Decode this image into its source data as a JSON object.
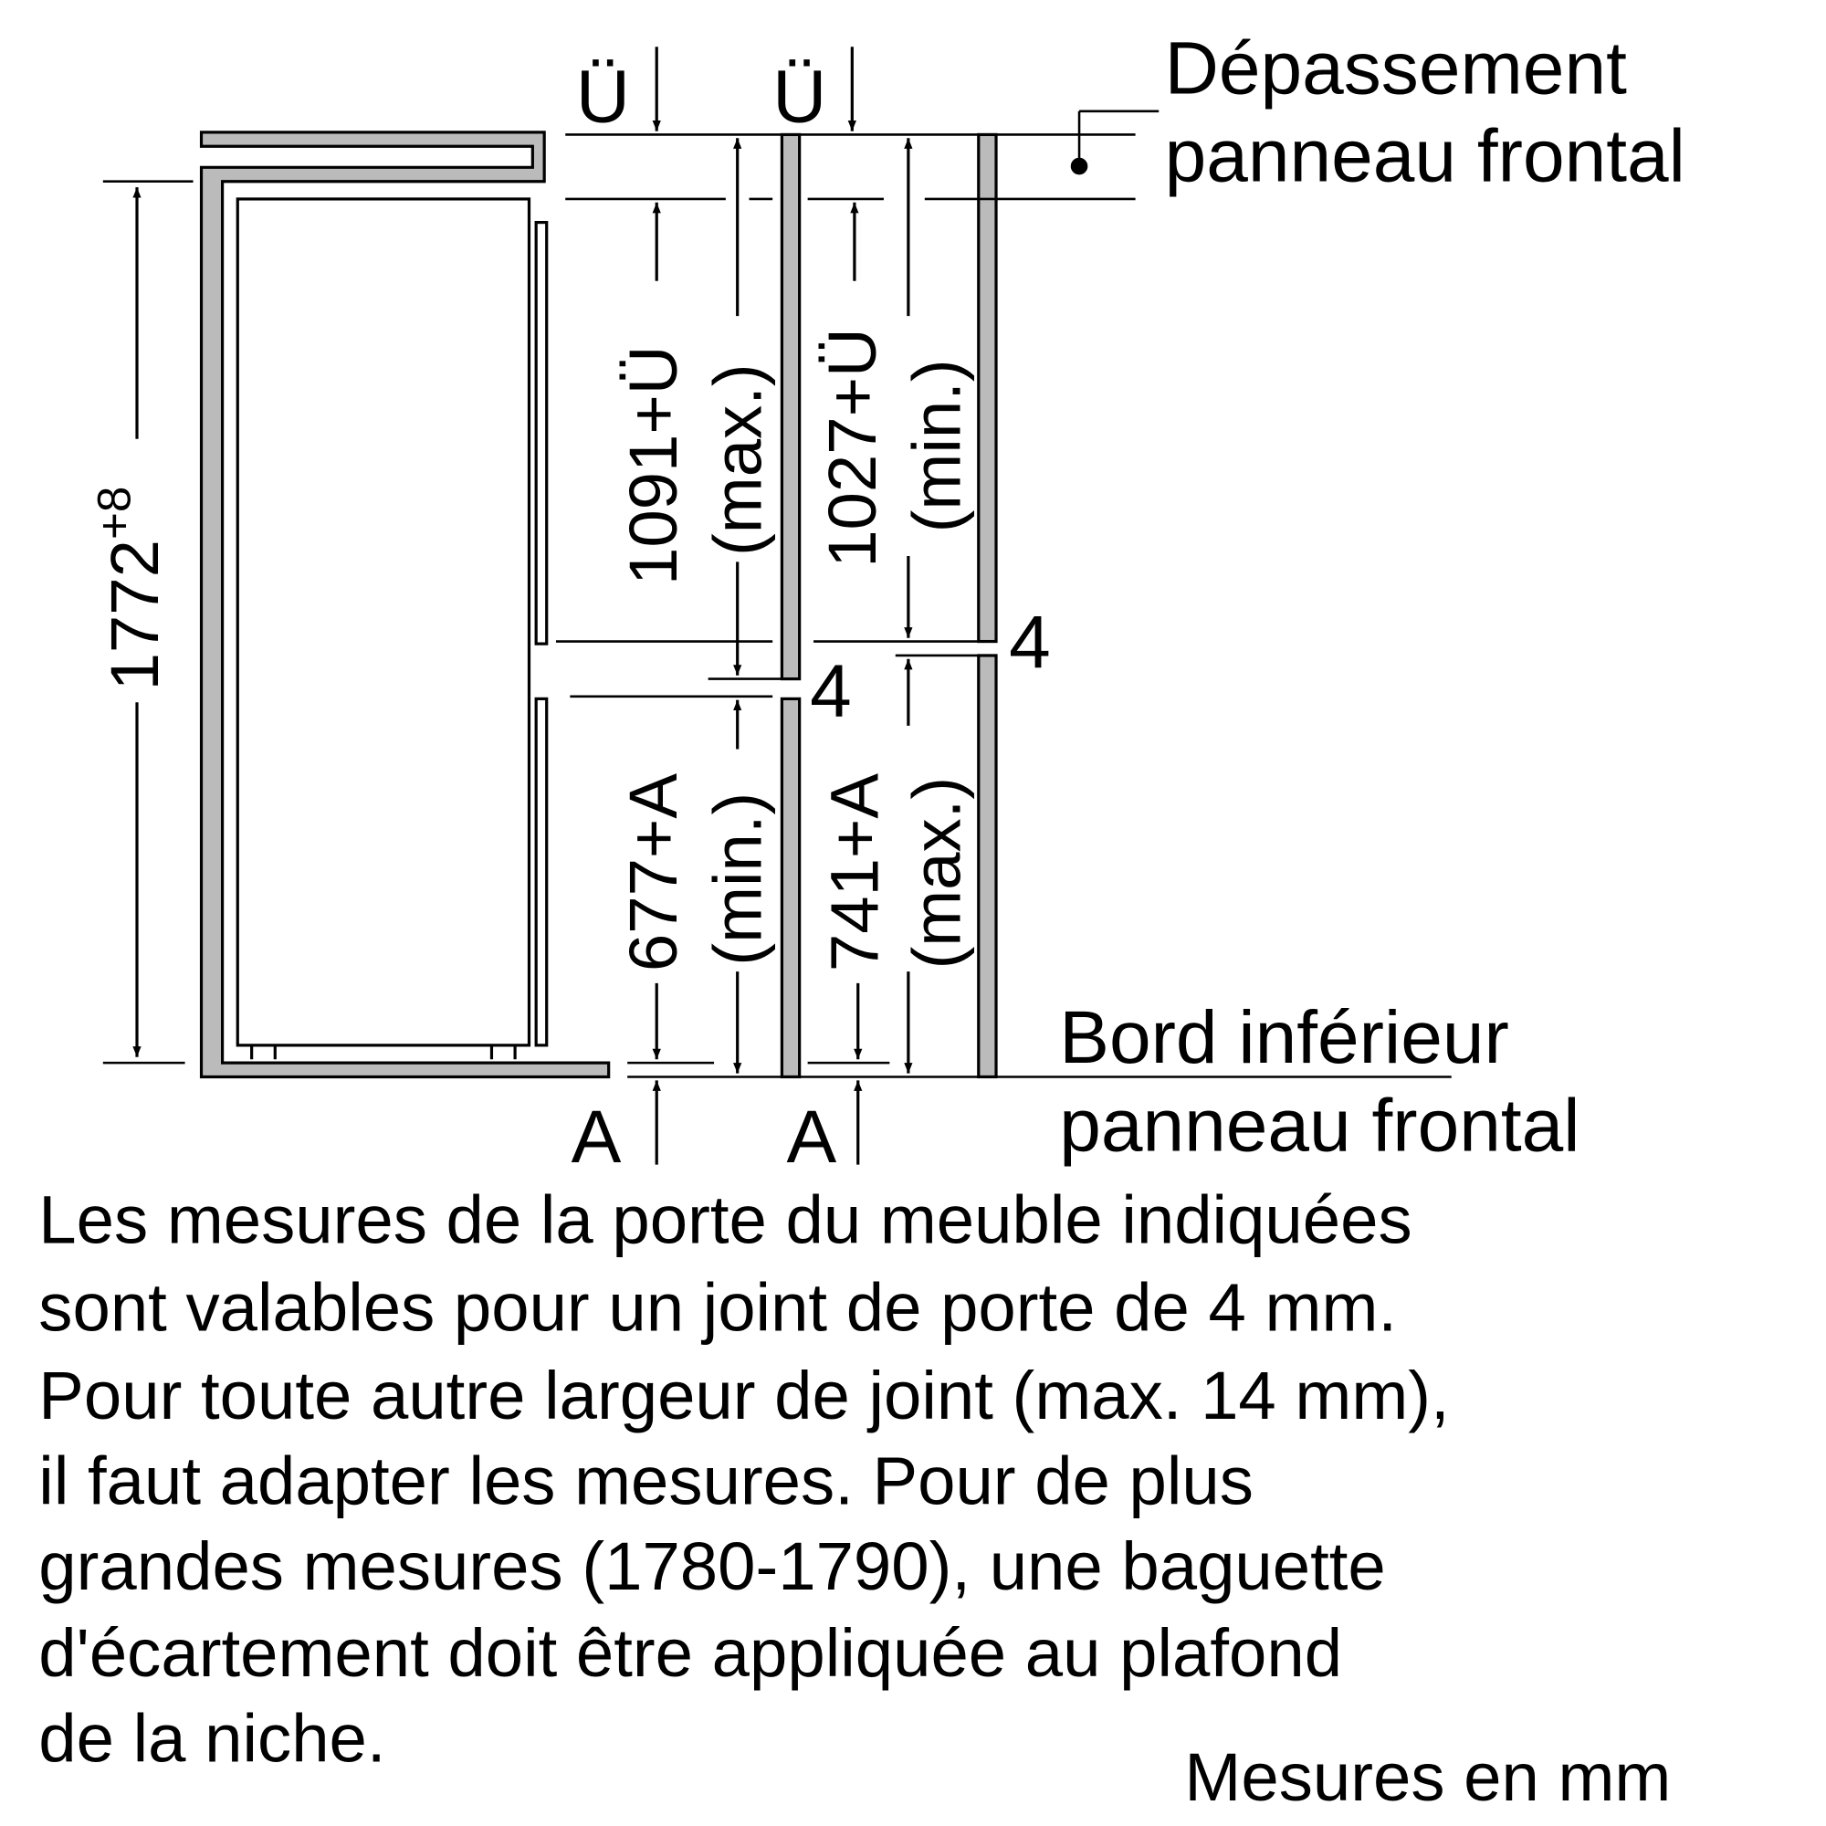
{
  "labels": {
    "overhang_symbol": "Ü",
    "overhang_title_line1": "Dépassement",
    "overhang_title_line2": "panneau frontal",
    "bottom_edge_line1": "Bord inférieur",
    "bottom_edge_line2": "panneau frontal",
    "a_symbol": "A",
    "gap": "4",
    "height_main": "1772",
    "height_tol": "+8",
    "dim_upper_left": "1091+Ü",
    "dim_upper_left_note": "(max.)",
    "dim_upper_right": "1027+Ü",
    "dim_upper_right_note": "(min.)",
    "dim_lower_left": "677+A",
    "dim_lower_left_note": "(min.)",
    "dim_lower_right": "741+A",
    "dim_lower_right_note": "(max.)"
  },
  "note": [
    "Les mesures de la porte du meuble indiquées",
    "sont valables pour un joint de porte de 4 mm.",
    "Pour toute autre largeur de joint (max. 14 mm),",
    "il faut adapter les mesures. Pour de plus",
    "grandes mesures (1780-1790), une baguette",
    "d'écartement doit être appliquée au plafond",
    "de la niche."
  ],
  "units": "Mesures en mm"
}
